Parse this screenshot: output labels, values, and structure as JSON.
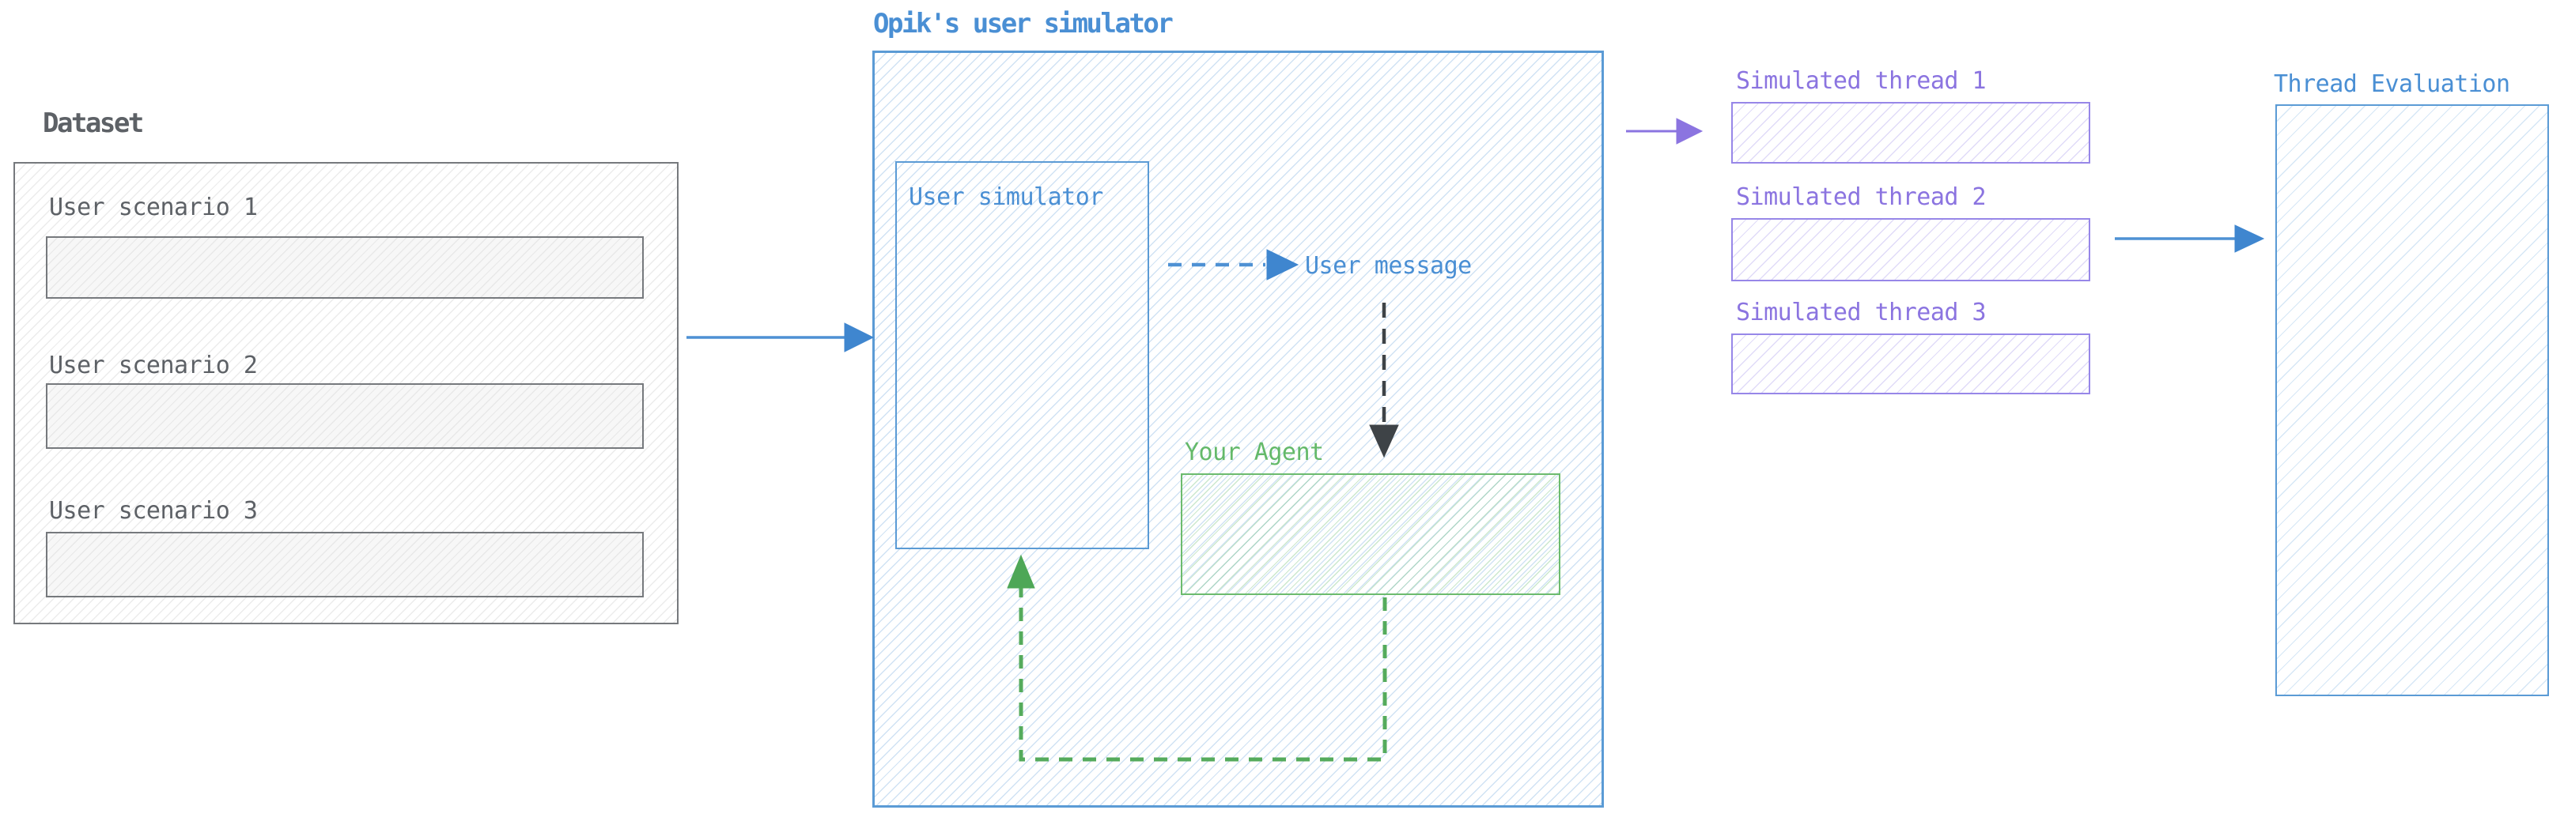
{
  "dataset": {
    "title": "Dataset",
    "scenarios": [
      {
        "label": "User scenario 1"
      },
      {
        "label": "User scenario 2"
      },
      {
        "label": "User scenario 3"
      }
    ]
  },
  "simulator": {
    "title": "Opik's user simulator",
    "box_label": "User simulator",
    "message_label": "User message",
    "agent_label": "Your Agent"
  },
  "threads": {
    "items": [
      {
        "label": "Simulated thread 1"
      },
      {
        "label": "Simulated thread 2"
      },
      {
        "label": "Simulated thread 3"
      }
    ]
  },
  "evaluation": {
    "title": "Thread Evaluation"
  },
  "colors": {
    "blue": "#4a8fd4",
    "blue_border": "#5b9bd5",
    "purple": "#8b74e0",
    "green": "#64b96a",
    "green_arrow": "#4ea757",
    "gray_text": "#5d6166",
    "gray_border": "#76797d",
    "dark_arrow": "#3e4347"
  }
}
